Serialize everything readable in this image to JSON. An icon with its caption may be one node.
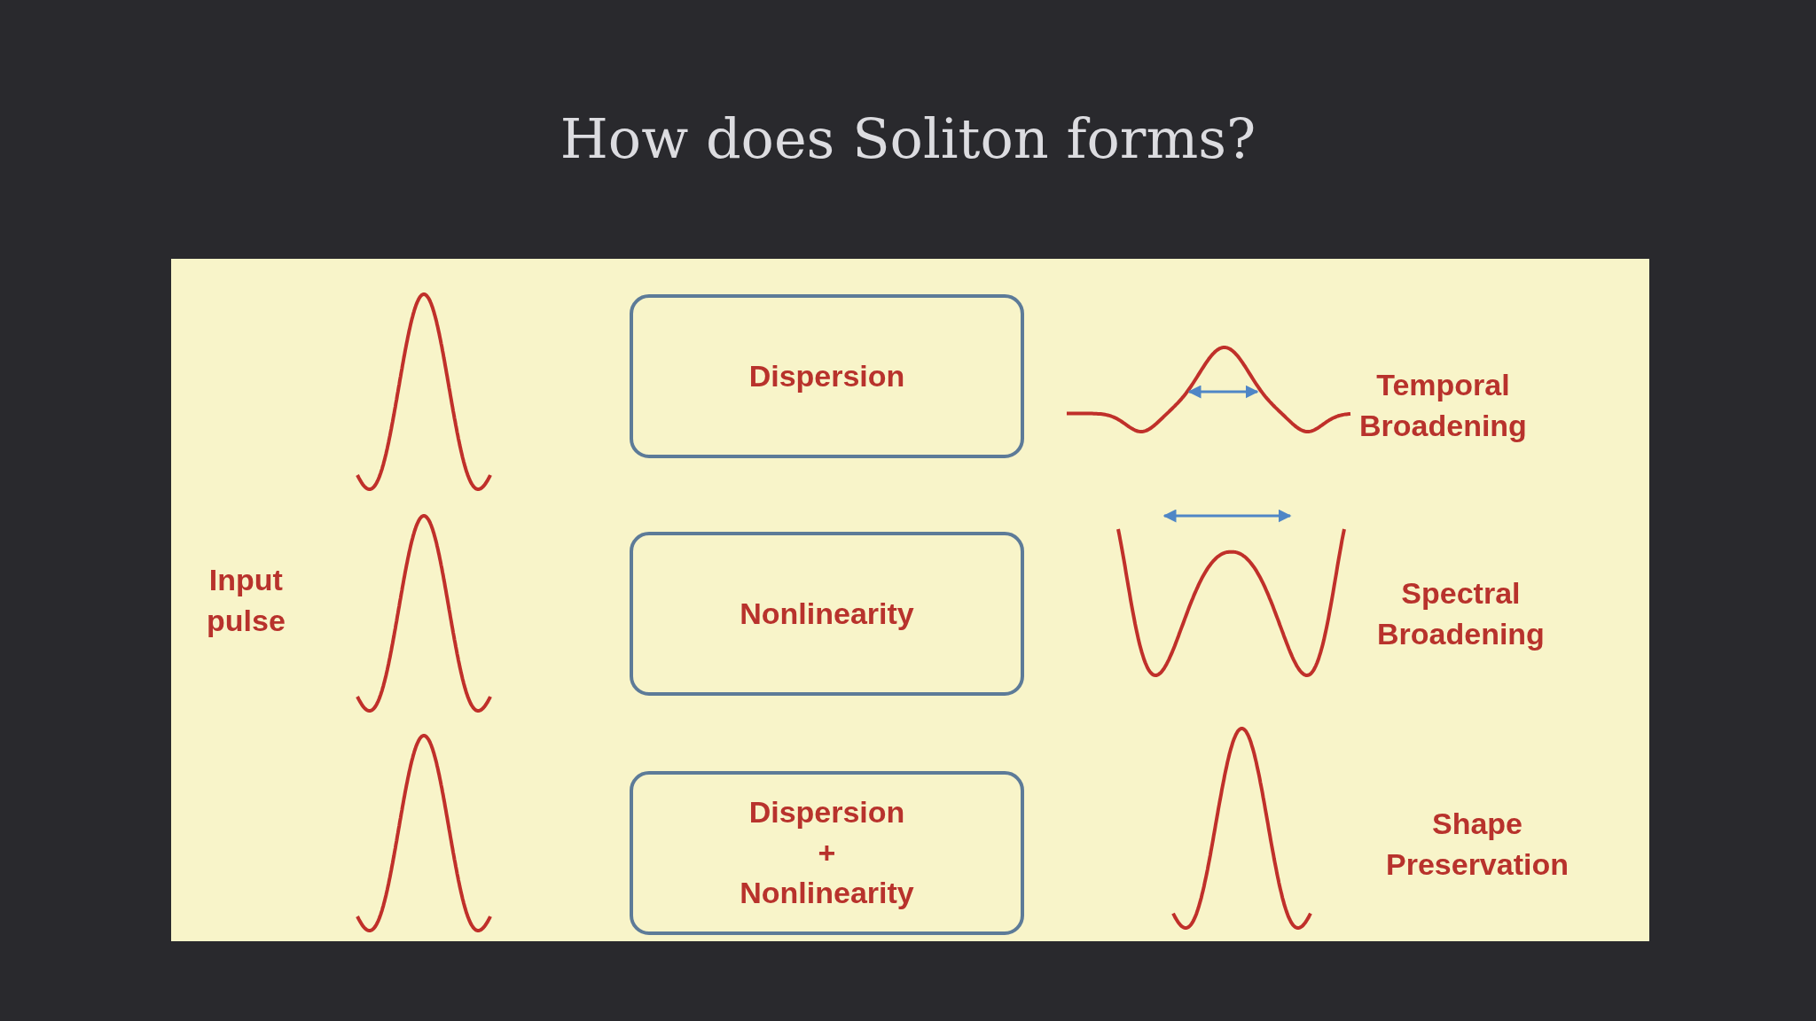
{
  "diagram": {
    "title": "How does Soliton forms?",
    "nodes": [
      {
        "text": [
          "Dispersion"
        ]
      },
      {
        "text": [
          "Nonlinearity"
        ]
      },
      {
        "text": [
          "Dispersion + Nonlinearity"
        ]
      }
    ],
    "labels": [
      "Input pulse",
      "Temporal Broadening",
      "Spectral Broadening",
      "Shape Preservation"
    ]
  }
}
